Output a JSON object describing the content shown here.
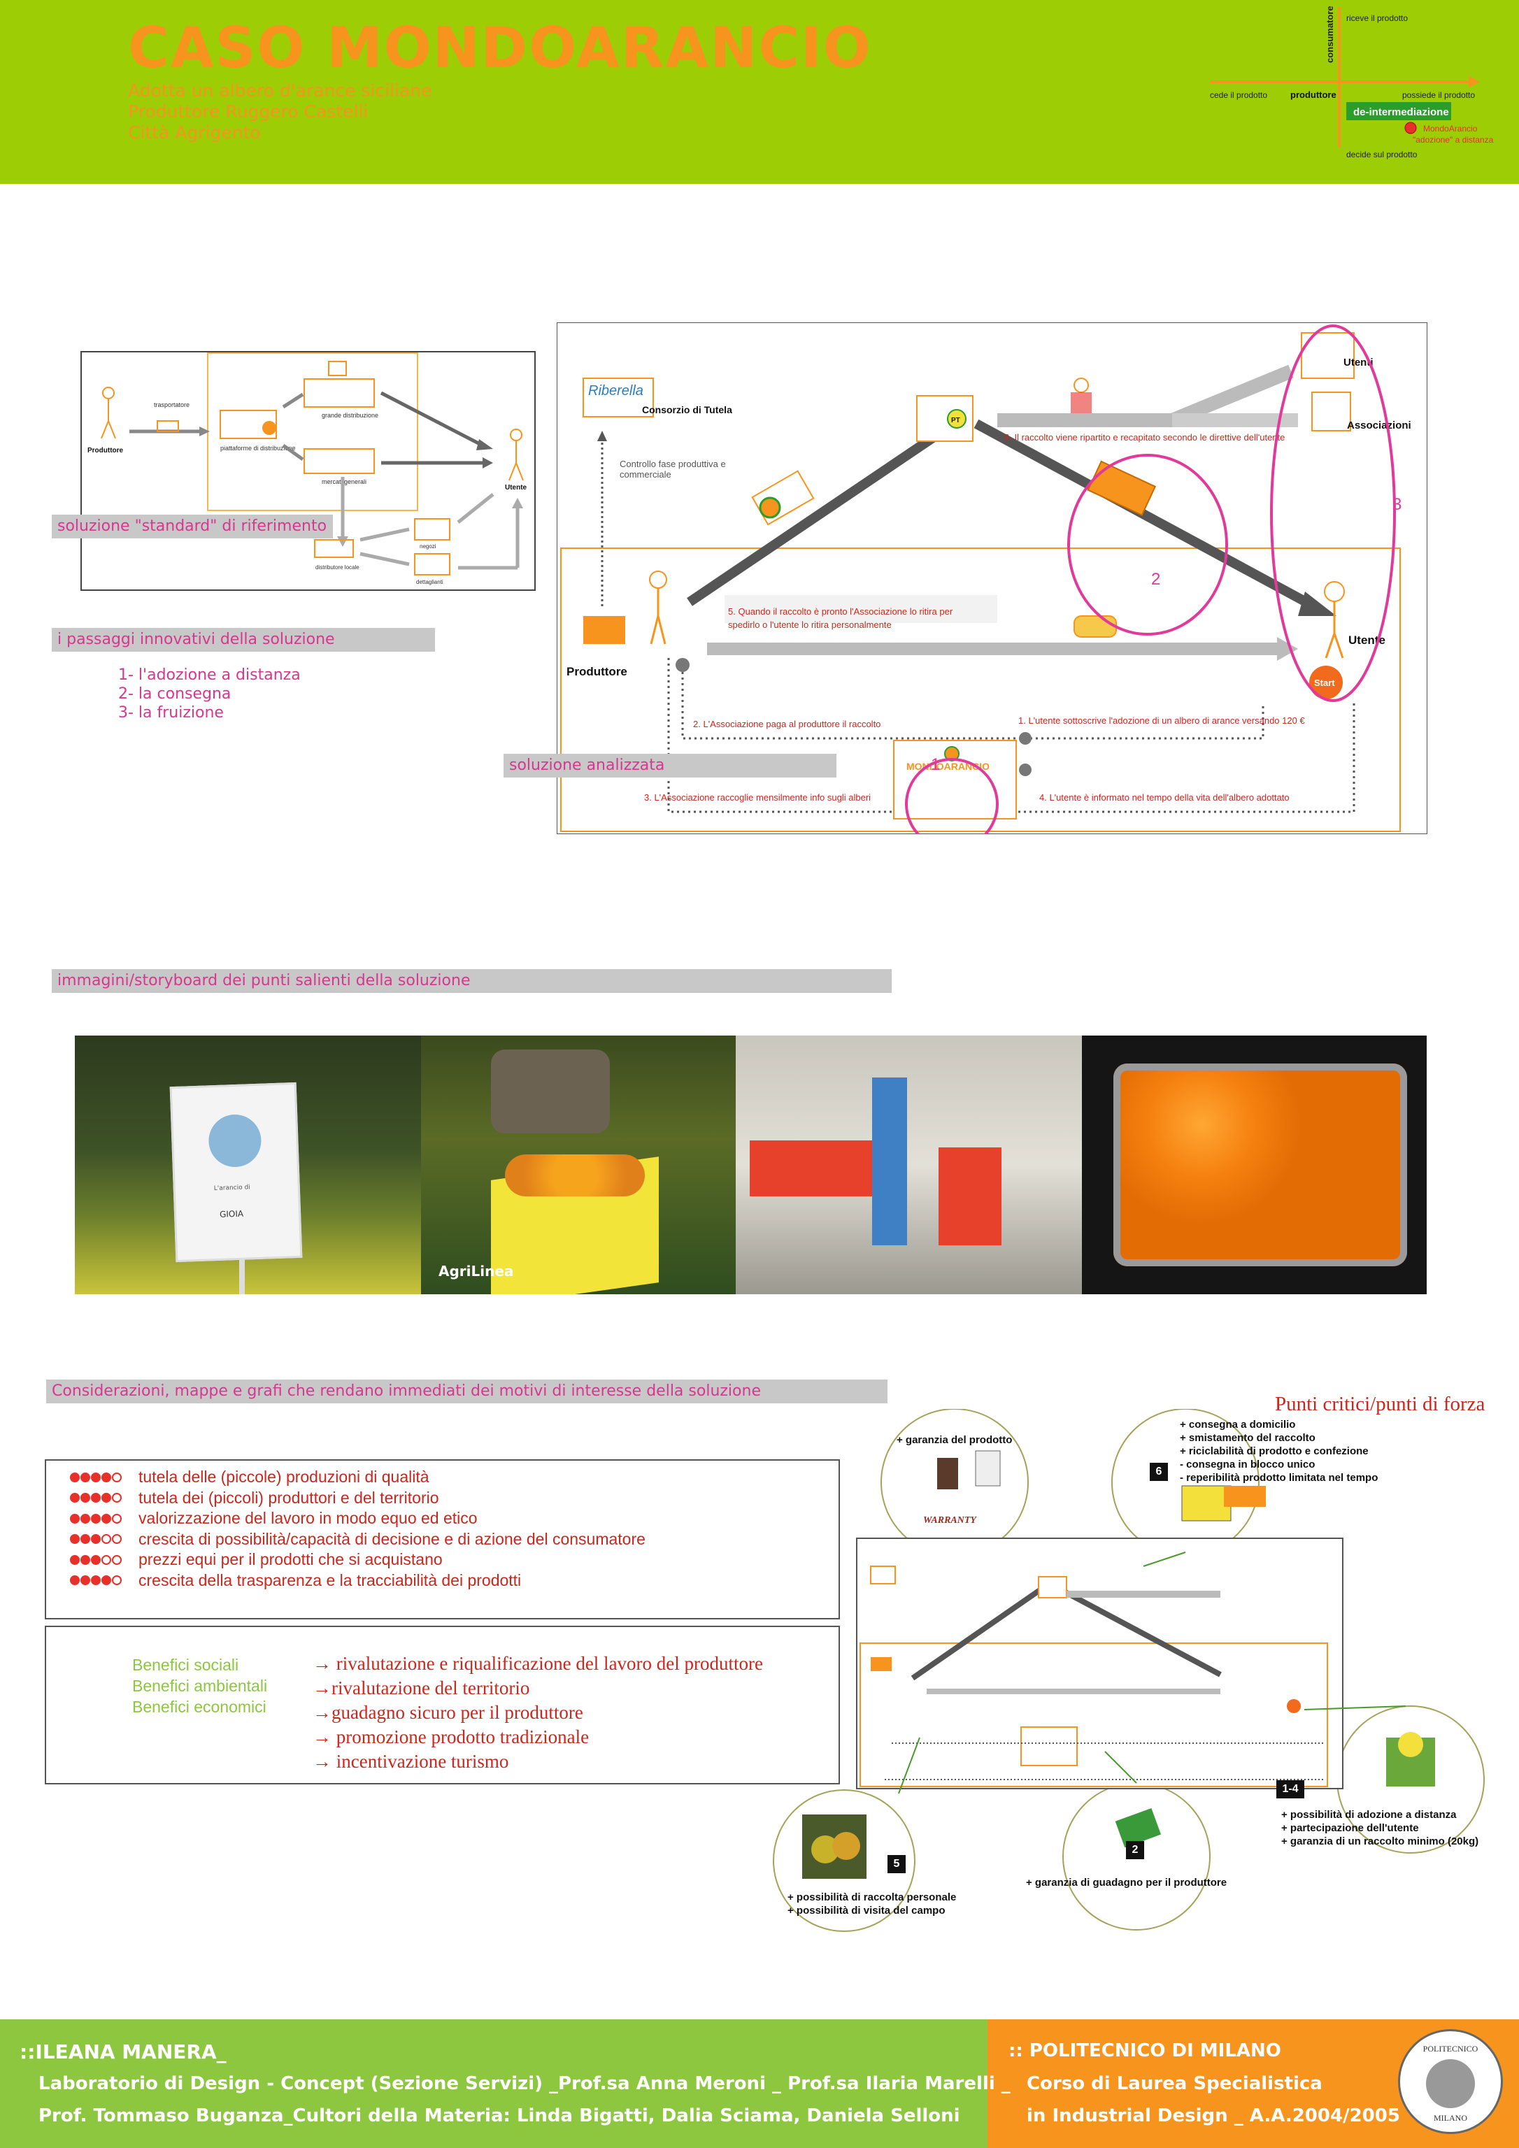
{
  "header": {
    "title": "CASO MONDOARANCIO",
    "subtitles": [
      "Adotta un albero d'arance siciliane",
      "Produttore Ruggero Castelli",
      "Città Agrigento"
    ]
  },
  "positioning_map": {
    "top": "riceve il prodotto",
    "vertical_axis": "consumatore",
    "left": "cede il prodotto",
    "center": "produttore",
    "right": "possiede il prodotto",
    "badge": "de-intermediazione",
    "case_label_1": "MondoArancio",
    "case_label_2": "\"adozione\" a distanza",
    "bottom": "decide sul prodotto",
    "accent": "#f7941d",
    "badge_color": "#2a9d2a"
  },
  "standard_diagram": {
    "produttore": "Produttore",
    "trasportatore": "trasportatore",
    "piattaforma": "piattaforme di distribuzione",
    "grande_distribuzione": "grande distribuzione",
    "mercati_generali": "mercati generali",
    "distributore_locale": "distributore locale",
    "negozi": "negozi",
    "dettaglianti": "dettaglianti",
    "utente": "Utente"
  },
  "labels": {
    "standard": "soluzione \"standard\" di riferimento",
    "passaggi": "i passaggi innovativi della soluzione",
    "analizzata": "soluzione analizzata",
    "storyboard": "immagini/storyboard dei punti salienti della soluzione",
    "considerazioni": "Considerazioni, mappe e grafi che rendano immediati dei motivi di interesse della soluzione"
  },
  "passaggi": [
    "1- l'adozione a distanza",
    "2- la consegna",
    "3- la fruizione"
  ],
  "main_diagram": {
    "riberella": "Riberella",
    "consorzio": "Consorzio di Tutela",
    "controllo": "Controllo fase produttiva e commerciale",
    "pt": "PT",
    "utenti": "Utenti",
    "associazioni": "Associazioni",
    "step6": "6. Il raccolto viene ripartito e recapitato secondo le direttive dell'utente",
    "step5a": "5. Quando il raccolto è pronto l'Associazione lo ritira per",
    "step5b": "spedirlo o l'utente lo ritira personalmente",
    "produttore": "Produttore",
    "utente": "Utente",
    "start": "Start",
    "step2": "2. L'Associazione paga al produttore il raccolto",
    "step1": "1. L'utente sottoscrive l'adozione di un albero di arance versando 120 €",
    "step3": "3. L'Associazione raccoglie mensilmente info sugli alberi",
    "step4": "4. L'utente è informato nel tempo della vita dell'albero adottato",
    "logo": "MONDOARANCIO",
    "n1": "1",
    "n2": "2",
    "n3": "3"
  },
  "photos": {
    "sign_line": "L'arancio di",
    "sign_name": "GIOIA",
    "watermark": "AgriLinea"
  },
  "ratings": [
    {
      "text": "tutela delle (piccole) produzioni di qualità",
      "score": 4
    },
    {
      "text": "tutela dei (piccoli) produttori e del territorio",
      "score": 4
    },
    {
      "text": "valorizzazione del lavoro in modo equo ed etico",
      "score": 4
    },
    {
      "text": "crescita di possibilità/capacità di decisione e di azione del consumatore",
      "score": 3
    },
    {
      "text": "prezzi equi per il prodotti che si acquistano",
      "score": 3
    },
    {
      "text": "crescita della trasparenza e la tracciabilità dei prodotti",
      "score": 4
    }
  ],
  "benefici": {
    "left": [
      "Benefici sociali",
      "Benefici ambientali",
      "Benefici economici"
    ],
    "right": [
      "→ rivalutazione e riqualificazione del lavoro del produttore",
      "→rivalutazione del territorio",
      "→guadagno sicuro per il produttore",
      "→ promozione prodotto tradizionale",
      "→ incentivazione turismo"
    ]
  },
  "punti": {
    "title": "Punti critici/punti di forza",
    "garanzia": "+ garanzia del prodotto",
    "warranty": "WARRANTY",
    "c6": [
      "+ consegna a domicilio",
      "+ smistamento del raccolto",
      "+ riciclabilità di prodotto e confezione",
      "- consegna in blocco unico",
      "- reperibilità prodotto limitata nel tempo"
    ],
    "n6": "6",
    "c14": [
      "+ possibilità di adozione a distanza",
      "+ partecipazione dell'utente",
      "+ garanzia di un raccolto minimo (20kg)"
    ],
    "n14": "1-4",
    "c2": "+ garanzia di guadagno per il produttore",
    "n2": "2",
    "c5": [
      "+ possibilità di raccolta personale",
      "+ possibilità di visita del campo"
    ],
    "n5": "5"
  },
  "footer": {
    "name": "::ILEANA MANERA_",
    "line1": "Laboratorio di Design - Concept (Sezione Servizi) _Prof.sa Anna Meroni _ Prof.sa Ilaria Marelli _",
    "line2": "Prof. Tommaso Buganza_Cultori della Materia: Linda Bigatti, Dalia Sciama, Daniela Selloni",
    "uni": ":: POLITECNICO DI MILANO",
    "course1": "Corso di Laurea Specialistica",
    "course2": "in Industrial Design _ A.A.2004/2005",
    "seal_top": "POLITECNICO",
    "seal_bottom": "MILANO"
  }
}
